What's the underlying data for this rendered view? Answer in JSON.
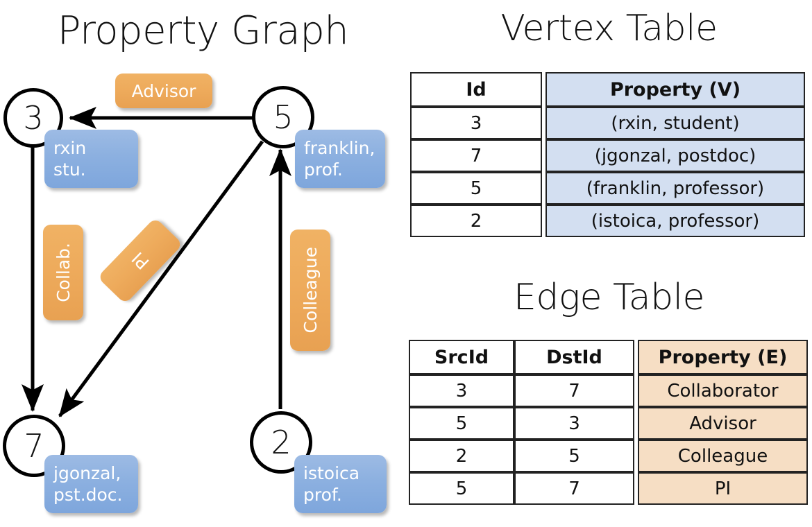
{
  "titles": {
    "property_graph": "Property Graph",
    "vertex_table": "Vertex Table",
    "edge_table": "Edge Table"
  },
  "graph": {
    "nodes": [
      {
        "id": "3",
        "property_line1": "rxin",
        "property_line2": "stu."
      },
      {
        "id": "5",
        "property_line1": "franklin,",
        "property_line2": "prof."
      },
      {
        "id": "7",
        "property_line1": "jgonzal,",
        "property_line2": "pst.doc."
      },
      {
        "id": "2",
        "property_line1": "istoica",
        "property_line2": "prof."
      }
    ],
    "edge_labels": [
      {
        "text": "Advisor"
      },
      {
        "text": "Collab."
      },
      {
        "text": "PI"
      },
      {
        "text": "Colleague"
      }
    ],
    "colors": {
      "node_stroke": "#000000",
      "node_fill": "#ffffff",
      "vertex_property_box": "#8cb0e0",
      "edge_label_box": "#eeab5c",
      "arrow": "#000000"
    }
  },
  "vertex_table": {
    "headers": [
      "Id",
      "Property (V)"
    ],
    "rows": [
      {
        "id": "3",
        "property": "(rxin, student)"
      },
      {
        "id": "7",
        "property": "(jgonzal, postdoc)"
      },
      {
        "id": "5",
        "property": "(franklin, professor)"
      },
      {
        "id": "2",
        "property": "(istoica, professor)"
      }
    ],
    "property_column_color": "#d3dff1"
  },
  "edge_table": {
    "headers": [
      "SrcId",
      "DstId",
      "Property (E)"
    ],
    "rows": [
      {
        "src": "3",
        "dst": "7",
        "property": "Collaborator"
      },
      {
        "src": "5",
        "dst": "3",
        "property": "Advisor"
      },
      {
        "src": "2",
        "dst": "5",
        "property": "Colleague"
      },
      {
        "src": "5",
        "dst": "7",
        "property": "PI"
      }
    ],
    "property_column_color": "#f6dec4"
  }
}
